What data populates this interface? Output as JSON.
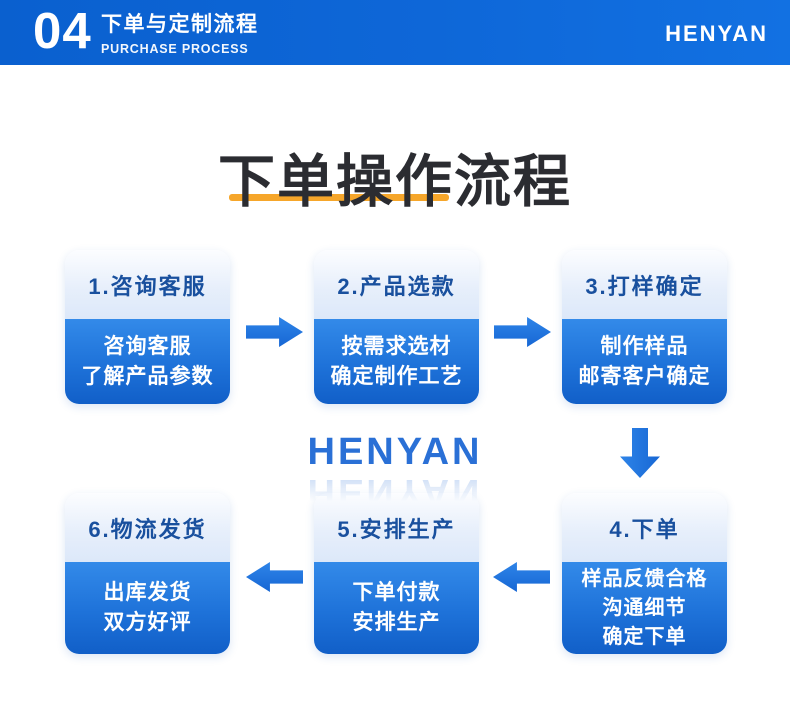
{
  "header": {
    "number": "04",
    "title_cn": "下单与定制流程",
    "title_en": "PURCHASE PROCESS",
    "brand": "HENYAN"
  },
  "main": {
    "title": "下单操作流程",
    "watermark": "HENYAN"
  },
  "colors": {
    "header_blue": "#0E67D8",
    "card_body_blue_top": "#338AE9",
    "card_body_blue_bottom": "#115FC8",
    "card_head_light": "#DCE8F9",
    "card_title_blue": "#19509E",
    "arrow_blue": "#1C6FDC",
    "title_dark": "#2B2C31",
    "underline_orange": "#F6A62A",
    "watermark_blue": "#2A70D6"
  },
  "steps": [
    {
      "title": "1.咨询客服",
      "lines": [
        "咨询客服",
        "了解产品参数"
      ]
    },
    {
      "title": "2.产品选款",
      "lines": [
        "按需求选材",
        "确定制作工艺"
      ]
    },
    {
      "title": "3.打样确定",
      "lines": [
        "制作样品",
        "邮寄客户确定"
      ]
    },
    {
      "title": "4.下单",
      "lines": [
        "样品反馈合格",
        "沟通细节",
        "确定下单"
      ]
    },
    {
      "title": "5.安排生产",
      "lines": [
        "下单付款",
        "安排生产"
      ]
    },
    {
      "title": "6.物流发货",
      "lines": [
        "出库发货",
        "双方好评"
      ]
    }
  ]
}
